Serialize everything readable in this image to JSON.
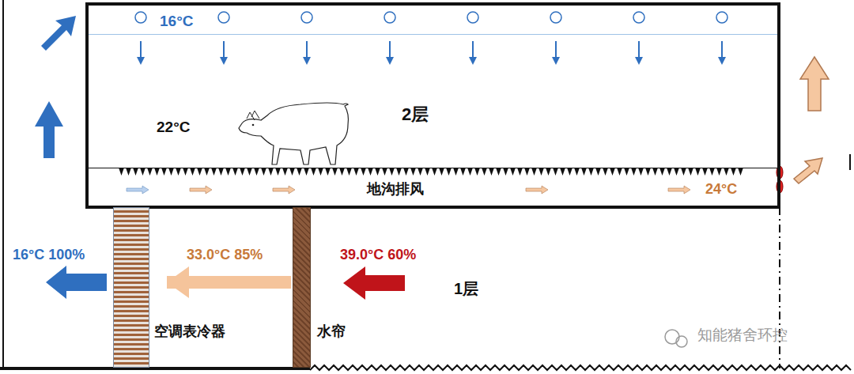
{
  "diagram": {
    "nodes": [
      {
        "text": [
          "2层",
          "22°C"
        ]
      },
      {
        "text": [
          "16°C"
        ],
        "in": 0
      },
      {
        "text": [
          "地沟排风",
          "24°C"
        ],
        "in": 0
      },
      {
        "text": [
          "空调表冷器"
        ]
      },
      {
        "text": [
          "水帘"
        ]
      }
    ],
    "edges": [
      {
        "from": 4,
        "to": 3,
        "label": "33.0°C 85%",
        "arrow": "to"
      }
    ],
    "labels": [
      "16°C 100%",
      "39.0°C 60%",
      "1层",
      "知能猪舍环控"
    ]
  }
}
